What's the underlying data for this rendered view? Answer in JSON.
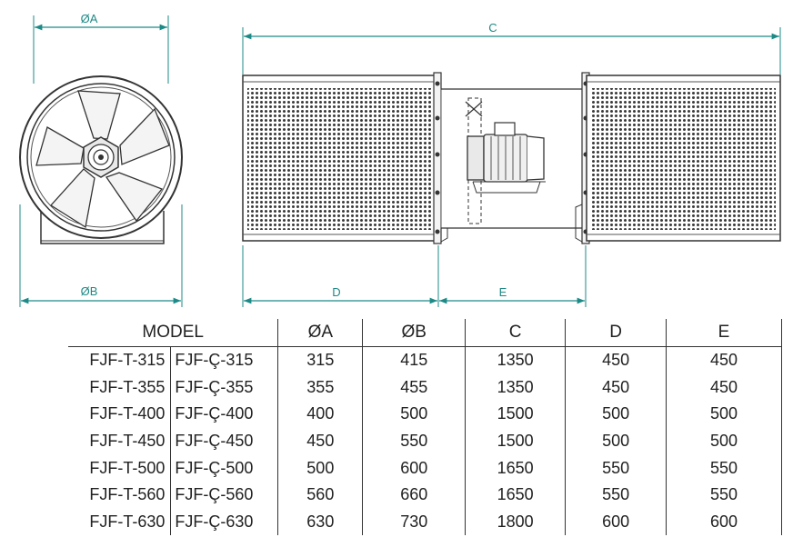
{
  "dimension_labels": {
    "a": "ØA",
    "b": "ØB",
    "c": "C",
    "d": "D",
    "e": "E"
  },
  "table": {
    "headers": [
      "MODEL",
      "ØA",
      "ØB",
      "C",
      "D",
      "E"
    ],
    "rows": [
      {
        "model_t": "FJF-T-315",
        "model_c": "FJF-Ç-315",
        "a": "315",
        "b": "415",
        "c": "1350",
        "d": "450",
        "e": "450"
      },
      {
        "model_t": "FJF-T-355",
        "model_c": "FJF-Ç-355",
        "a": "355",
        "b": "455",
        "c": "1350",
        "d": "450",
        "e": "450"
      },
      {
        "model_t": "FJF-T-400",
        "model_c": "FJF-Ç-400",
        "a": "400",
        "b": "500",
        "c": "1500",
        "d": "500",
        "e": "500"
      },
      {
        "model_t": "FJF-T-450",
        "model_c": "FJF-Ç-450",
        "a": "450",
        "b": "550",
        "c": "1500",
        "d": "500",
        "e": "500"
      },
      {
        "model_t": "FJF-T-500",
        "model_c": "FJF-Ç-500",
        "a": "500",
        "b": "600",
        "c": "1650",
        "d": "550",
        "e": "550"
      },
      {
        "model_t": "FJF-T-560",
        "model_c": "FJF-Ç-560",
        "a": "560",
        "b": "660",
        "c": "1650",
        "d": "550",
        "e": "550"
      },
      {
        "model_t": "FJF-T-630",
        "model_c": "FJF-Ç-630",
        "a": "630",
        "b": "730",
        "c": "1800",
        "d": "600",
        "e": "600"
      }
    ]
  },
  "colors": {
    "dimension": "#1c8a86",
    "line": "#333333"
  }
}
